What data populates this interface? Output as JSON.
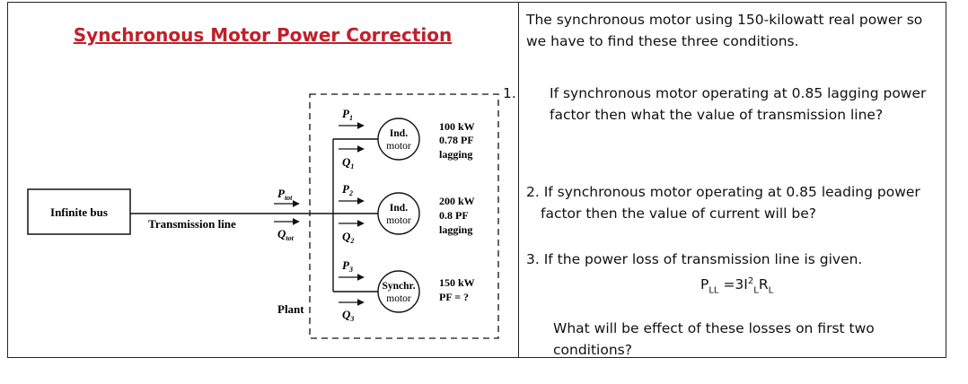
{
  "title": "Synchronous Motor Power Correction",
  "diagram": {
    "infinite_bus": "Infinite bus",
    "transmission_line": "Transmission line",
    "p_tot": "P",
    "p_tot_sub": "tot",
    "q_tot": "Q",
    "q_tot_sub": "tot",
    "plant": "Plant",
    "loads": [
      {
        "p": "P",
        "p_sub": "1",
        "q": "Q",
        "q_sub": "1",
        "motor_line1": "Ind.",
        "motor_line2": "motor",
        "rating1": "100 kW",
        "rating2": "0.78 PF",
        "rating3": "lagging"
      },
      {
        "p": "P",
        "p_sub": "2",
        "q": "Q",
        "q_sub": "2",
        "motor_line1": "Ind.",
        "motor_line2": "motor",
        "rating1": "200 kW",
        "rating2": "0.8 PF",
        "rating3": "lagging"
      },
      {
        "p": "P",
        "p_sub": "3",
        "q": "Q",
        "q_sub": "3",
        "motor_line1": "Synchr.",
        "motor_line2": "motor",
        "rating1": "150 kW",
        "rating2": "PF = ?",
        "rating3": ""
      }
    ]
  },
  "text": {
    "intro": "The synchronous motor using 150-kilowatt real power so we have to find these three conditions.",
    "item1_num": "1.",
    "item1": "If synchronous motor operating at 0.85 lagging power factor then what the value of transmission line?",
    "item2": "2. If synchronous motor operating at 0.85 leading power factor then the value of current will be?",
    "item3": "3. If the power loss of transmission line is given.",
    "formula_p": "P",
    "formula_p_sub": "LL",
    "formula_eq": " =3I",
    "formula_sup": "2",
    "formula_sub_l": "L",
    "formula_r": "R",
    "formula_r_sub": "L",
    "effect": "What will be effect of these losses on first two conditions?"
  }
}
